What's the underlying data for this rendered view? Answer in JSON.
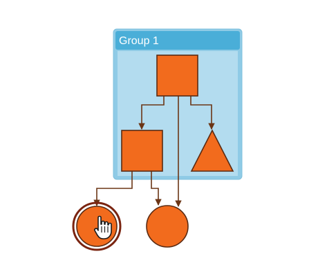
{
  "diagram": {
    "group": {
      "title": "Group 1"
    },
    "colors": {
      "node_fill": "#f26b1d",
      "node_stroke": "#5a2a12",
      "edge": "#6b3515",
      "group_border": "#8fcbe6",
      "group_header": "#4aaed8",
      "group_body": "#b3dcef",
      "selection_ring": "#7a2410"
    },
    "nodes": [
      {
        "id": "square-top",
        "shape": "square",
        "in_group": true
      },
      {
        "id": "square-left",
        "shape": "square",
        "in_group": true
      },
      {
        "id": "triangle-right",
        "shape": "triangle",
        "in_group": true
      },
      {
        "id": "circle-left",
        "shape": "circle",
        "in_group": false,
        "selected": true
      },
      {
        "id": "circle-right",
        "shape": "circle",
        "in_group": false,
        "selected": false
      }
    ],
    "edges": [
      {
        "from": "square-top",
        "to": "square-left"
      },
      {
        "from": "square-top",
        "to": "triangle-right"
      },
      {
        "from": "square-top",
        "to": "circle-right"
      },
      {
        "from": "square-left",
        "to": "circle-left"
      },
      {
        "from": "square-left",
        "to": "circle-right"
      }
    ],
    "cursor": "hand-pointer-icon"
  }
}
